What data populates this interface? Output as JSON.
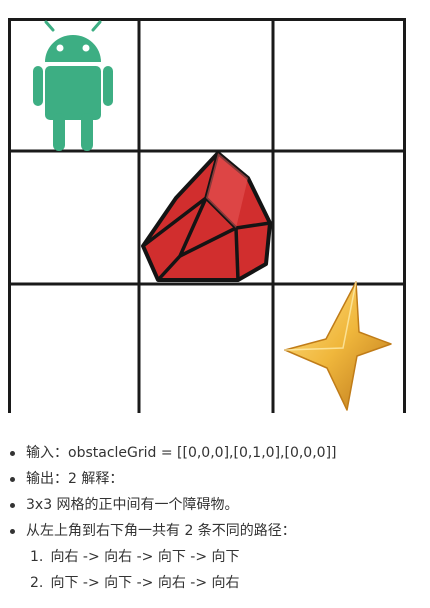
{
  "figure": {
    "rows": 3,
    "cols": 3,
    "cells": [
      [
        "robot",
        "empty",
        "empty"
      ],
      [
        "empty",
        "obstacle",
        "empty"
      ],
      [
        "empty",
        "empty",
        "finish"
      ]
    ],
    "icons": {
      "robot": "android-robot-icon",
      "obstacle": "red-gem-obstacle-icon",
      "finish": "gold-star-icon"
    },
    "colors": {
      "grid_line": "#1a1a1a",
      "robot": "#3dae83",
      "obstacle": "#d12e2e",
      "star": "#f0b73c"
    }
  },
  "bullets": [
    {
      "prefix": "输入：",
      "text": "obstacleGrid = [[0,0,0],[0,1,0],[0,0,0]]"
    },
    {
      "prefix": "输出：",
      "text": "2 解释："
    },
    {
      "prefix": "",
      "text": "3x3 网格的正中间有一个障碍物。"
    },
    {
      "prefix": "",
      "text": "从左上角到右下角一共有 2 条不同的路径："
    }
  ],
  "steps": [
    {
      "num": "1.",
      "text": "向右 -> 向右 -> 向下 -> 向下"
    },
    {
      "num": "2.",
      "text": "向下 -> 向下 -> 向右 -> 向右"
    }
  ]
}
